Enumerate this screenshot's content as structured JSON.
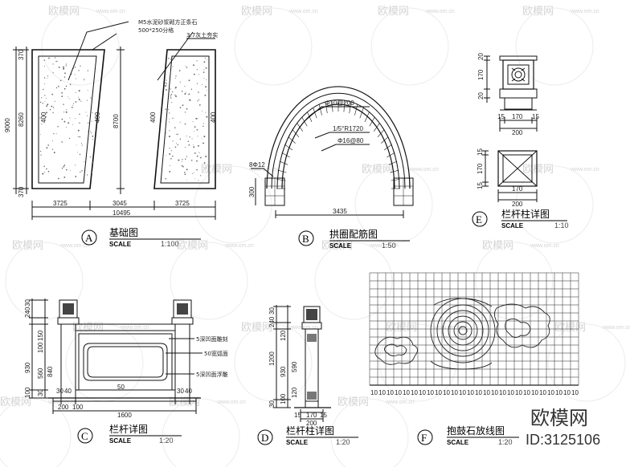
{
  "panel_a": {
    "letter": "A",
    "title": "基础图",
    "scale_label": "SCALE",
    "ratio": "1:100",
    "notes": [
      "M5水泥砂浆砌方正条石",
      "500*250分格",
      "3:7灰土夯实"
    ],
    "dims": {
      "total_h": "9000",
      "inner_h": "8260",
      "top": "370",
      "bottom": "370",
      "w_left": "3725",
      "w_mid": "3045",
      "w_right": "3725",
      "total_w": "10495",
      "mid_h": "8700",
      "d400a": "400",
      "d400b": "400",
      "d400c": "400",
      "d400d": "400"
    }
  },
  "panel_b": {
    "letter": "B",
    "title": "拱圈配筋图",
    "scale_label": "SCALE",
    "ratio": "1:50",
    "labels": [
      "Φ10@200",
      "1/5°R1720",
      "Φ16@80",
      "8Φ12"
    ],
    "dims": {
      "span": "3435",
      "h": "300"
    }
  },
  "panel_e": {
    "letter": "E",
    "title": "栏杆柱详图",
    "scale_label": "SCALE",
    "ratio": "1:10",
    "dims": {
      "t1": "20",
      "t2": "170",
      "t3": "20",
      "w1": "15",
      "w2": "170",
      "w3": "15",
      "w_total": "200",
      "p1": "15",
      "p2": "170",
      "p3": "15",
      "pw": "170",
      "pw_total": "200"
    }
  },
  "panel_c": {
    "letter": "C",
    "title": "栏杆详图",
    "scale_label": "SCALE",
    "ratio": "1:20",
    "notes": [
      "5深凹面雕刻",
      "50宽弧面",
      "5深凹面浮雕"
    ],
    "dims": {
      "v1": "30",
      "v2": "240",
      "v3": "150",
      "v4": "100",
      "v5": "930",
      "v6": "560",
      "v7": "840",
      "v8": "30",
      "v9": "100",
      "h1": "30",
      "h2": "40",
      "h3": "200",
      "h4": "100",
      "h5": "30",
      "h6": "40",
      "total": "1600",
      "mid": "50"
    }
  },
  "panel_d": {
    "letter": "D",
    "title": "栏杆柱详图",
    "scale_label": "SCALE",
    "ratio": "1:20",
    "dims": {
      "v1": "30",
      "v2": "240",
      "v3": "120",
      "v4": "1200",
      "v5": "930",
      "v6": "590",
      "v7": "120",
      "v8": "100",
      "v9": "30",
      "w1": "15",
      "w2": "170",
      "w3": "15",
      "w_total": "200"
    }
  },
  "panel_f": {
    "letter": "F",
    "title": "抱鼓石放线图",
    "scale_label": "SCALE",
    "ratio": "1:20",
    "grid_label": "10"
  },
  "watermark": {
    "text": "欧模网",
    "url": "www.om.cn"
  },
  "brand": {
    "name": "欧模网",
    "id": "ID:3125106"
  }
}
